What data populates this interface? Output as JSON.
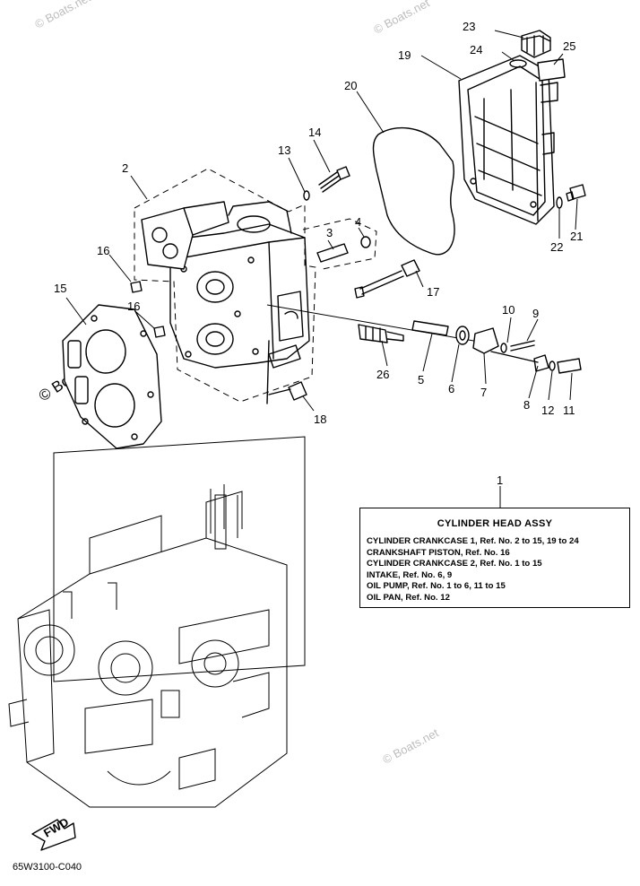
{
  "diagram_code": "65W3100-C040",
  "watermarks": [
    "© Boats.net",
    "© Boats.net",
    "© Boats.net",
    "© Boats.net"
  ],
  "fwd_label": "FWD",
  "info_box": {
    "callout": "1",
    "title": "CYLINDER HEAD ASSY",
    "lines": [
      "CYLINDER CRANKCASE 1,  Ref. No. 2 to 15, 19 to 24",
      "CRANKSHAFT PISTON,  Ref. No. 16",
      "CYLINDER CRANKCASE 2,  Ref. No. 1 to 15",
      "INTAKE,  Ref. No. 6, 9",
      "OIL PUMP,  Ref. No. 1 to 6, 11 to 15",
      "OIL PAN,  Ref. No. 12"
    ]
  },
  "callouts": {
    "c2": "2",
    "c3": "3",
    "c4": "4",
    "c5": "5",
    "c6": "6",
    "c7": "7",
    "c8": "8",
    "c9": "9",
    "c10": "10",
    "c11": "11",
    "c12": "12",
    "c13": "13",
    "c14": "14",
    "c15": "15",
    "c16a": "16",
    "c16b": "16",
    "c17": "17",
    "c18": "18",
    "c19": "19",
    "c20": "20",
    "c21": "21",
    "c22": "22",
    "c23": "23",
    "c24": "24",
    "c25": "25",
    "c26": "26"
  }
}
